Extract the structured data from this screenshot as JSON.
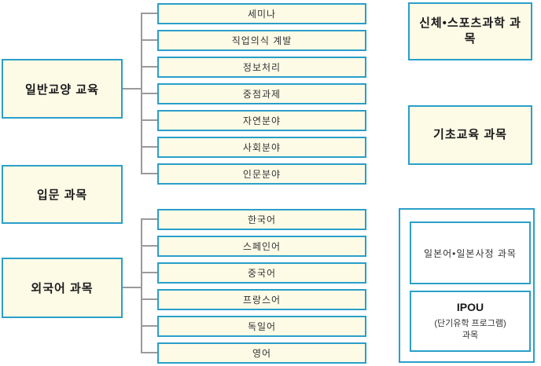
{
  "diagram": {
    "left_categories": {
      "general": "일반교양 교육",
      "intro": "입문 과목",
      "foreign": "외국어 과목"
    },
    "general_education_items": [
      "세미나",
      "직업의식 계발",
      "정보처리",
      "중점과제",
      "자연분야",
      "사회분야",
      "인문분야"
    ],
    "foreign_language_items": [
      "한국어",
      "스페인어",
      "중국어",
      "프랑스어",
      "독일어",
      "영어"
    ],
    "right_column": {
      "sports_label": "신체•스포츠과학 과목",
      "basic_label": "기초교육 과목",
      "japanese_label": "일본어•일본사정 과목",
      "ipou_title": "IPOU",
      "ipou_sub_line1": "(단기유학 프로그램)",
      "ipou_sub_line2": "과목"
    },
    "colors": {
      "box_fill": "#FDFAE6",
      "box_border": "#2A9FC9",
      "connector_line": "#9A9A9A",
      "text": "#1A1A1A"
    }
  }
}
